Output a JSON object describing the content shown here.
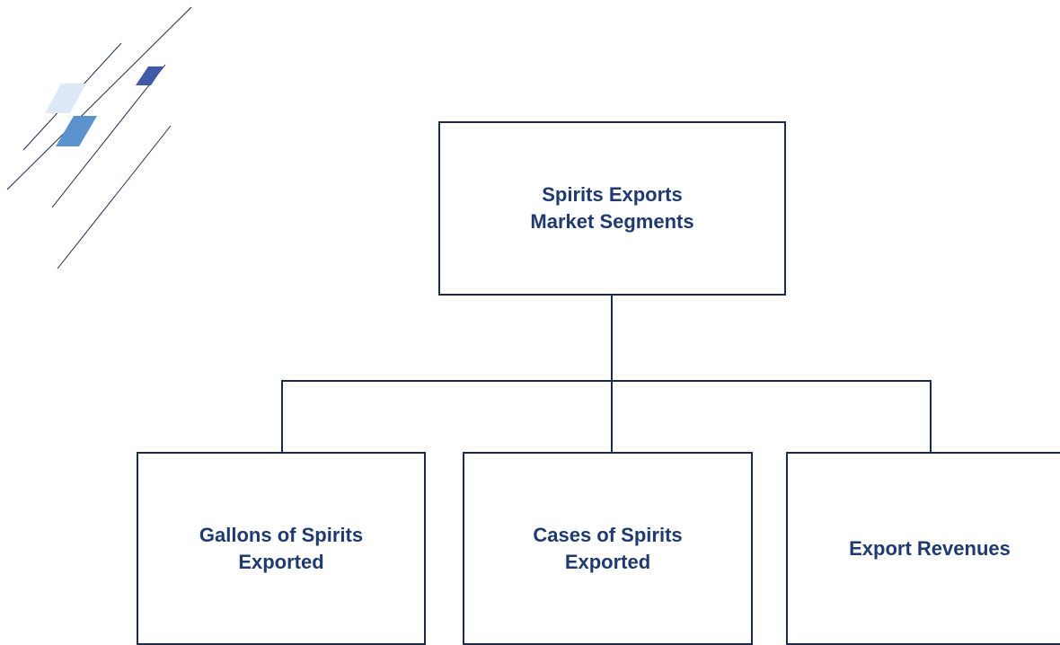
{
  "diagram": {
    "root": {
      "label": "Spirits Exports\nMarket Segments"
    },
    "children": [
      {
        "label": "Gallons of Spirits\nExported"
      },
      {
        "label": "Cases of Spirits\nExported"
      },
      {
        "label": "Export Revenues"
      }
    ]
  },
  "colors": {
    "text": "#1f3a6e",
    "border": "#1a2b4c",
    "accent_dark": "#3f5aa8",
    "accent_mid": "#5b93cf",
    "accent_light": "#dfe8f6"
  }
}
